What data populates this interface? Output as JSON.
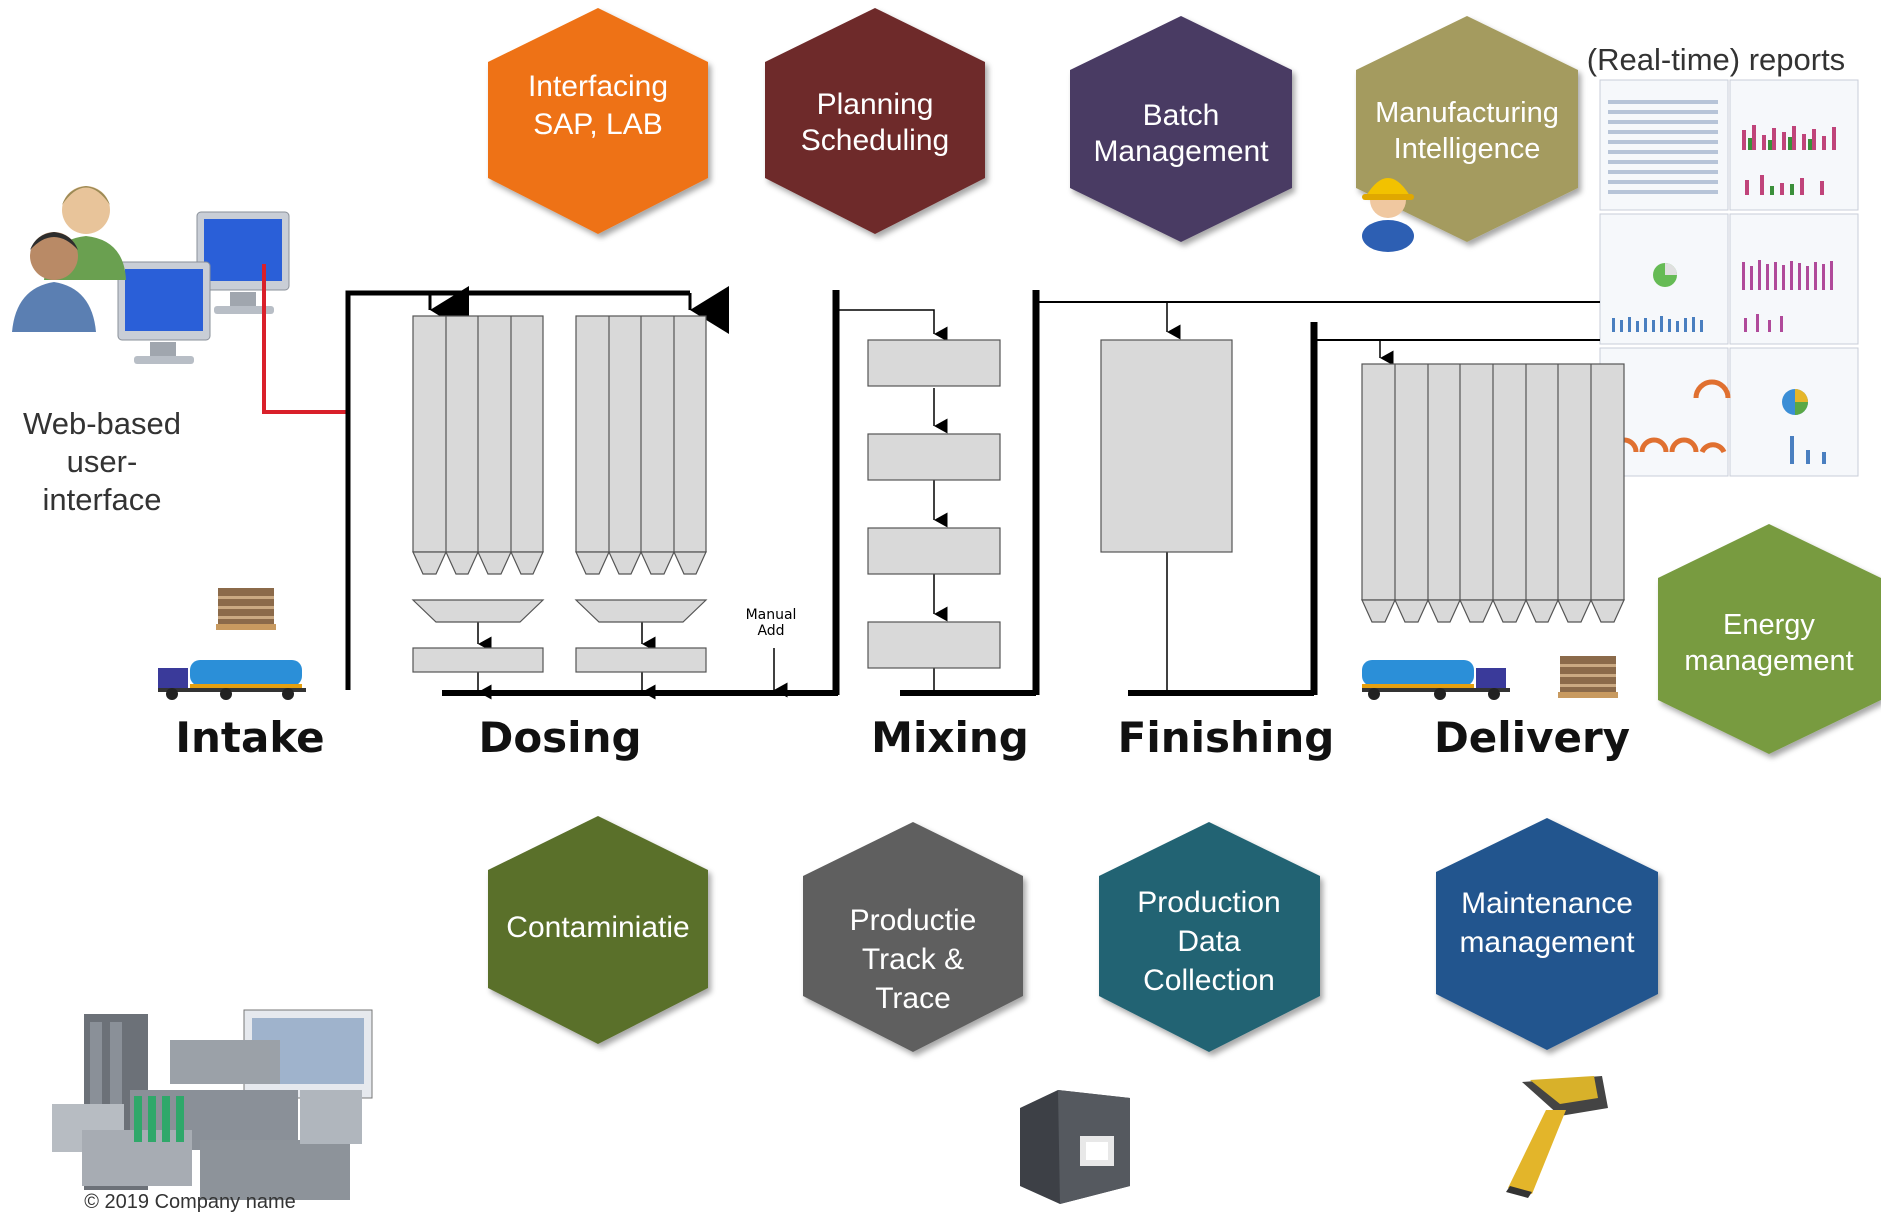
{
  "modules": {
    "interfacing": {
      "line1": "Interfacing",
      "line2": "SAP, LAB",
      "color": "#ee7214"
    },
    "planning": {
      "line1": "Planning",
      "line2": "Scheduling",
      "color": "#6e2a2a"
    },
    "batch": {
      "line1": "Batch",
      "line2": "Management",
      "color": "#4a3a64"
    },
    "manufacturing": {
      "line1": "Manufacturing",
      "line2": "Intelligence",
      "color": "#a49b5f"
    },
    "energy": {
      "line1": "Energy",
      "line2": "management",
      "color": "#789b40"
    },
    "contamination": {
      "line1": "Contaminiatie",
      "color": "#5a6f2b"
    },
    "productie": {
      "line1": "Productie",
      "line2": "Track &",
      "line3": "Trace",
      "color": "#5f5f5f"
    },
    "production_data": {
      "line1": "Production",
      "line2": "Data",
      "line3": "Collection",
      "color": "#226373"
    },
    "maintenance": {
      "line1": "Maintenance",
      "line2": "management",
      "color": "#23558e"
    }
  },
  "reports_title": "(Real-time) reports",
  "web_ui": {
    "line1": "Web-based",
    "line2": "user-",
    "line3": "interface"
  },
  "stages": {
    "intake": "Intake",
    "dosing": "Dosing",
    "mixing": "Mixing",
    "finishing": "Finishing",
    "delivery": "Delivery"
  },
  "manual_add": {
    "line1": "Manual",
    "line2": "Add"
  },
  "copyright": "© 2019 Company name",
  "colors": {
    "process_line": "#000000",
    "red_link": "#d9202a",
    "silo_fill": "#d9d9d9",
    "silo_stroke": "#555555"
  }
}
